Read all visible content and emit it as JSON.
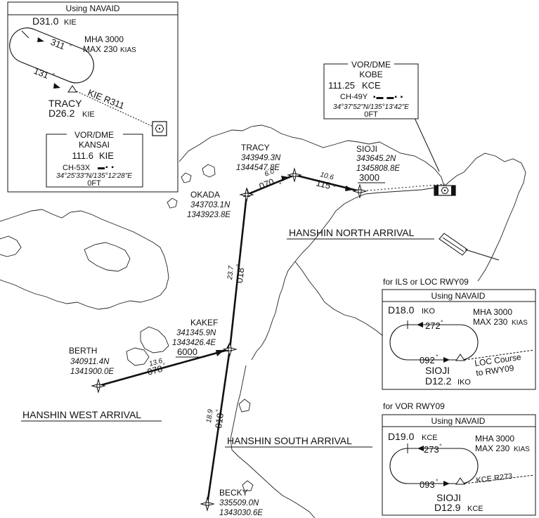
{
  "arrivals": {
    "north": "HANSHIN NORTH ARRIVAL",
    "west": "HANSHIN WEST ARRIVAL",
    "south": "HANSHIN SOUTH ARRIVAL"
  },
  "waypoints": {
    "tracy": {
      "name": "TRACY",
      "lat": "343949.3N",
      "lon": "1344547.8E"
    },
    "okada": {
      "name": "OKADA",
      "lat": "343703.1N",
      "lon": "1343923.8E"
    },
    "sioji": {
      "name": "SIOJI",
      "lat": "343645.2N",
      "lon": "1345808.8E",
      "alt": "3000"
    },
    "kakef": {
      "name": "KAKEF",
      "lat": "341345.9N",
      "lon": "1343426.4E",
      "alt": "6000"
    },
    "berth": {
      "name": "BERTH",
      "lat": "340911.4N",
      "lon": "1341900.0E"
    },
    "becky": {
      "name": "BECKY",
      "lat": "335509.0N",
      "lon": "1343030.6E"
    }
  },
  "legs": {
    "okada_tracy": {
      "course": "070",
      "dist": "6.0"
    },
    "tracy_sioji": {
      "course": "115",
      "dist": "10.6"
    },
    "kakef_okada": {
      "course": "018",
      "dist": "23.7"
    },
    "berth_kakef": {
      "course": "078",
      "dist": "13.6"
    },
    "becky_kakef": {
      "course": "018",
      "dist": "18.9"
    }
  },
  "kobe_box": {
    "type": "VOR/DME",
    "name": "KOBE",
    "freq": "111.25",
    "ident": "KCE",
    "channel": "CH-49Y",
    "coords": "34°37'52\"N/135°13'42\"E",
    "elev": "0FT"
  },
  "hold_tracy": {
    "header": "Using NAVAID",
    "dme": "D31.0",
    "dme_ref": "KIE",
    "mha": "MHA 3000",
    "max_speed": "MAX 230",
    "speed_unit": "KIAS",
    "inbound": "311",
    "outbound": "131",
    "radial": "KIE R311",
    "fix": "TRACY",
    "fix_dme": "D26.2",
    "fix_dme_ref": "KIE",
    "navaid": {
      "type": "VOR/DME",
      "name": "KANSAI",
      "freq": "111.6",
      "ident": "KIE",
      "channel": "CH-53X",
      "coords": "34°25'33\"N/135°12'28\"E",
      "elev": "0FT"
    }
  },
  "hold_ils": {
    "caption": "for ILS or LOC RWY09",
    "header": "Using NAVAID",
    "dme": "D18.0",
    "dme_ref": "IKO",
    "mha": "MHA 3000",
    "max_speed": "MAX 230",
    "speed_unit": "KIAS",
    "inbound": "272",
    "outbound": "092",
    "course_note_1": "LOC Course",
    "course_note_2": "to RWY09",
    "fix": "SIOJI",
    "fix_dme": "D12.2",
    "fix_dme_ref": "IKO"
  },
  "hold_vor": {
    "caption": "for VOR RWY09",
    "header": "Using NAVAID",
    "dme": "D19.0",
    "dme_ref": "KCE",
    "mha": "MHA 3000",
    "max_speed": "MAX 230",
    "speed_unit": "KIAS",
    "inbound": "273",
    "outbound": "093",
    "radial": "KCE R273",
    "fix": "SIOJI",
    "fix_dme": "D12.9",
    "fix_dme_ref": "KCE"
  },
  "icons": [
    "vor-dme-icon",
    "waypoint-icon",
    "holding-pattern-icon",
    "runway-icon"
  ]
}
